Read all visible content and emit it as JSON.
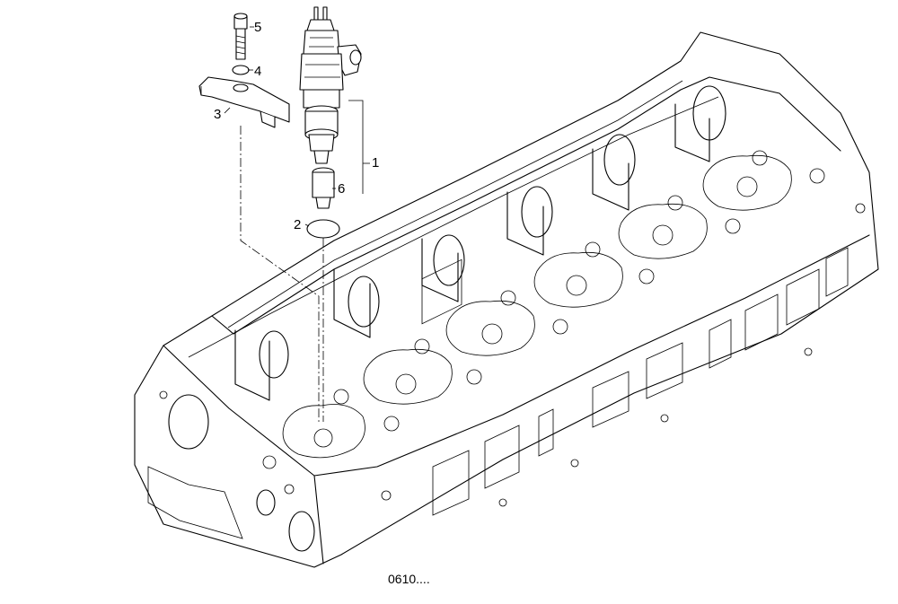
{
  "callouts": {
    "c1": "1",
    "c2": "2",
    "c3": "3",
    "c4": "4",
    "c5": "5",
    "c6": "6"
  },
  "figure_code": "0610...."
}
